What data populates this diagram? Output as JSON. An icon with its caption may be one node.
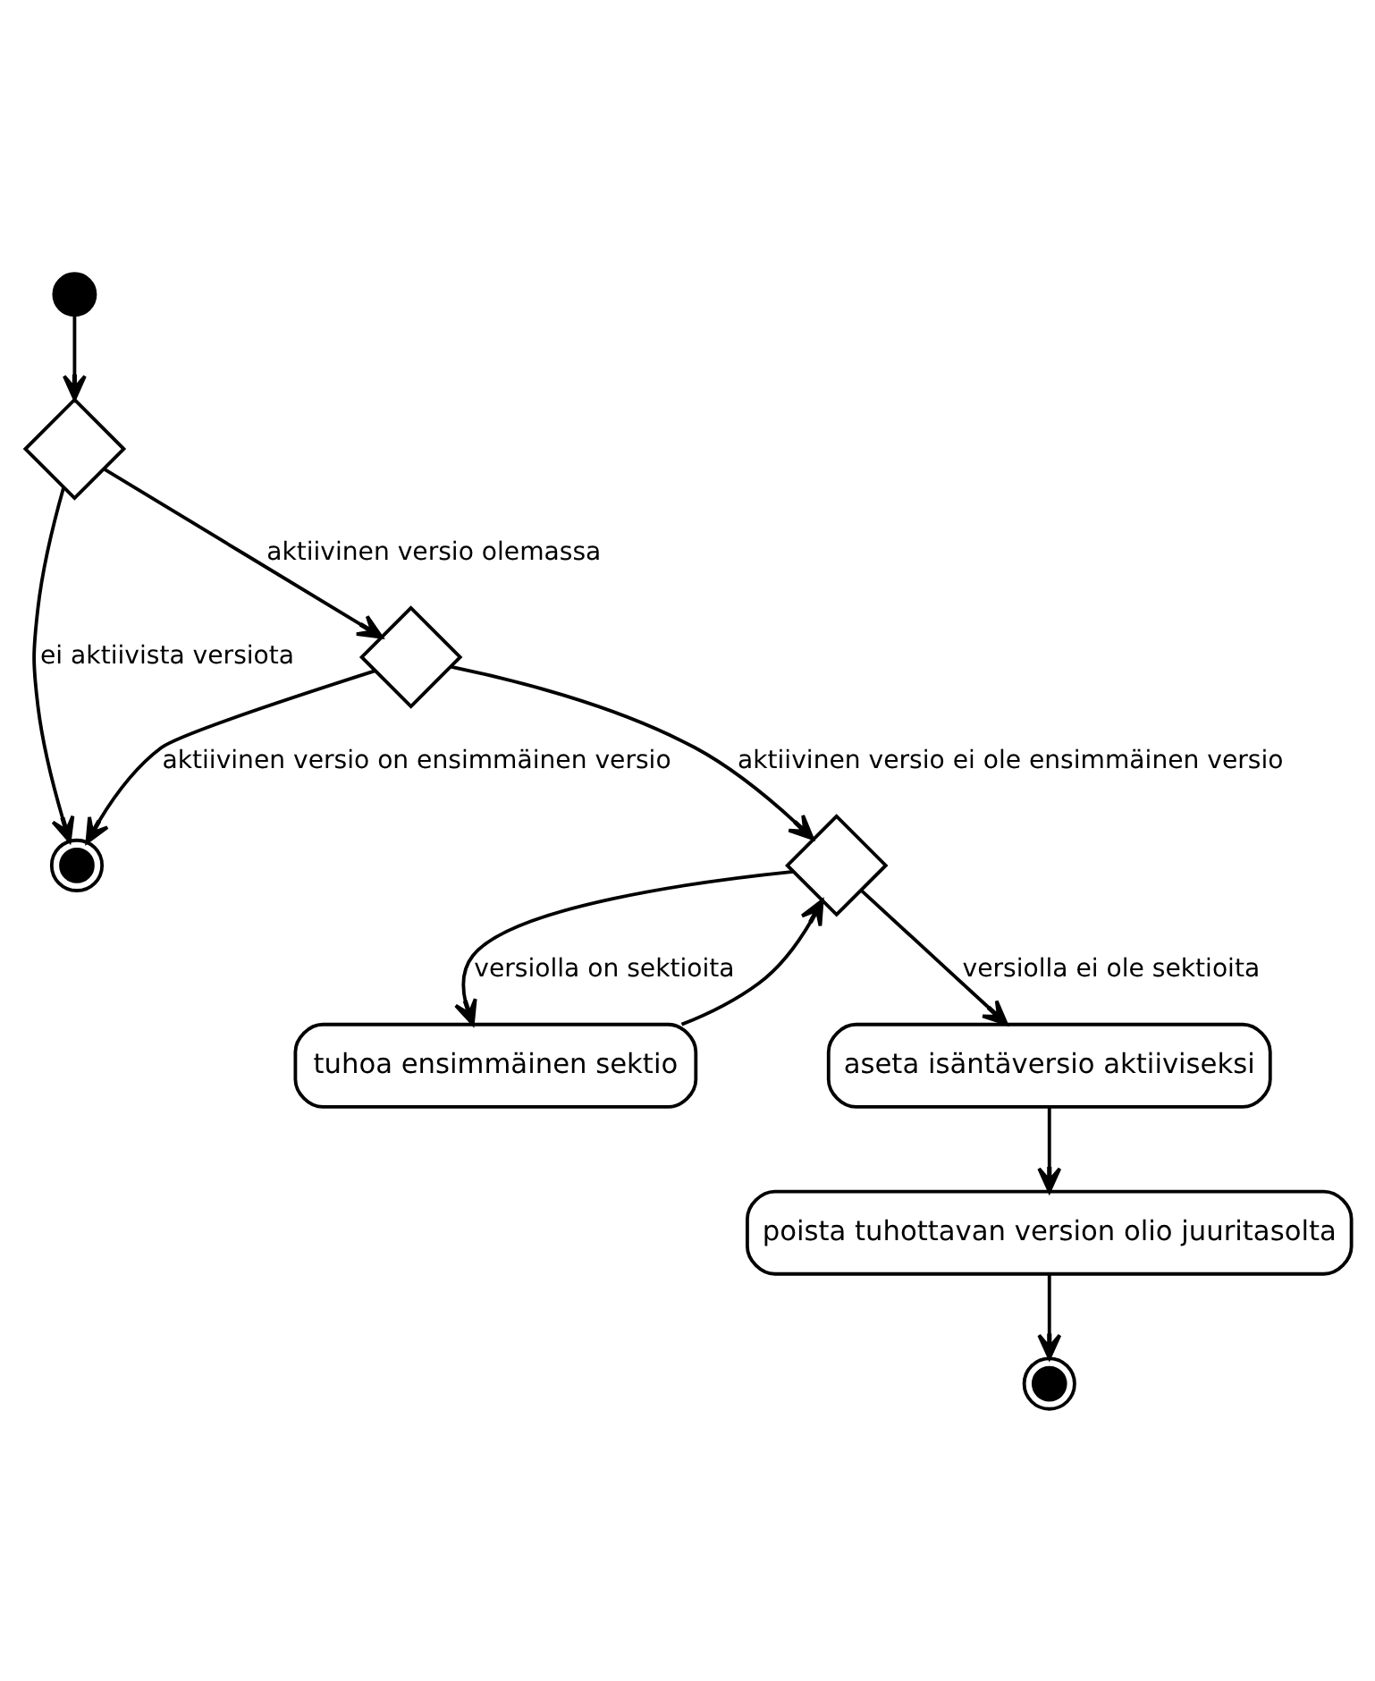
{
  "diagram": {
    "nodes": [
      {
        "text": [],
        "shape": "circle"
      },
      {
        "text": [],
        "shape": "diamond"
      },
      {
        "text": [],
        "shape": "bullseye"
      },
      {
        "text": [],
        "shape": "diamond"
      },
      {
        "text": [],
        "shape": "diamond"
      },
      {
        "text": [
          "tuhoa ensimmäinen sektio"
        ]
      },
      {
        "text": [
          "aseta isäntäversio aktiiviseksi"
        ]
      },
      {
        "text": [
          "poista tuhottavan version olio juuritasolta"
        ]
      },
      {
        "text": [],
        "shape": "bullseye"
      }
    ],
    "edges": [
      {
        "from": 0,
        "to": 1,
        "arrow": "to"
      },
      {
        "from": 1,
        "to": 2,
        "arrow": "to",
        "label": "ei aktiivista versiota"
      },
      {
        "from": 1,
        "to": 3,
        "arrow": "to",
        "label": "aktiivinen versio olemassa"
      },
      {
        "from": 3,
        "to": 2,
        "arrow": "to",
        "label": "aktiivinen versio on ensimmäinen versio"
      },
      {
        "from": 3,
        "to": 4,
        "arrow": "to",
        "label": "aktiivinen versio ei ole ensimmäinen versio"
      },
      {
        "from": 4,
        "to": 5,
        "arrow": "to",
        "label": "versiolla on sektioita"
      },
      {
        "from": 5,
        "to": 4,
        "arrow": "to"
      },
      {
        "from": 4,
        "to": 6,
        "arrow": "to",
        "label": "versiolla ei ole sektioita"
      },
      {
        "from": 6,
        "to": 7,
        "arrow": "to"
      },
      {
        "from": 7,
        "to": 8,
        "arrow": "to"
      }
    ]
  }
}
